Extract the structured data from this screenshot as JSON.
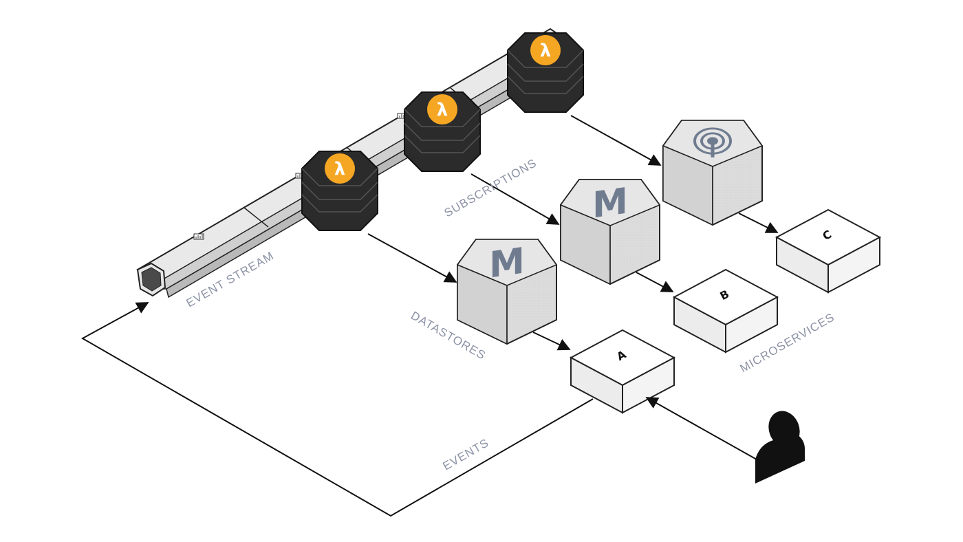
{
  "labels": {
    "event_stream": "EVENT STREAM",
    "subscriptions": "SUBSCRIPTIONS",
    "datastores": "DATASTORES",
    "microservices": "MICROSERVICES",
    "events": "EVENTS"
  },
  "services": [
    {
      "id": "a",
      "label": "A"
    },
    {
      "id": "b",
      "label": "B"
    },
    {
      "id": "c",
      "label": "C"
    }
  ],
  "function_symbol": "λ",
  "datastore_symbol": "M",
  "icons": {
    "function": "lambda-function-icon",
    "datastore": "database-icon",
    "broadcast": "broadcast-icon",
    "user": "user-icon",
    "stream": "event-stream-icon"
  },
  "colors": {
    "label": "#8c93a6",
    "lambda_badge": "#f5a623",
    "function_body": "#2b2b2b",
    "datastore_body": "#d8d8d8",
    "box_face": "#eeeeee"
  }
}
